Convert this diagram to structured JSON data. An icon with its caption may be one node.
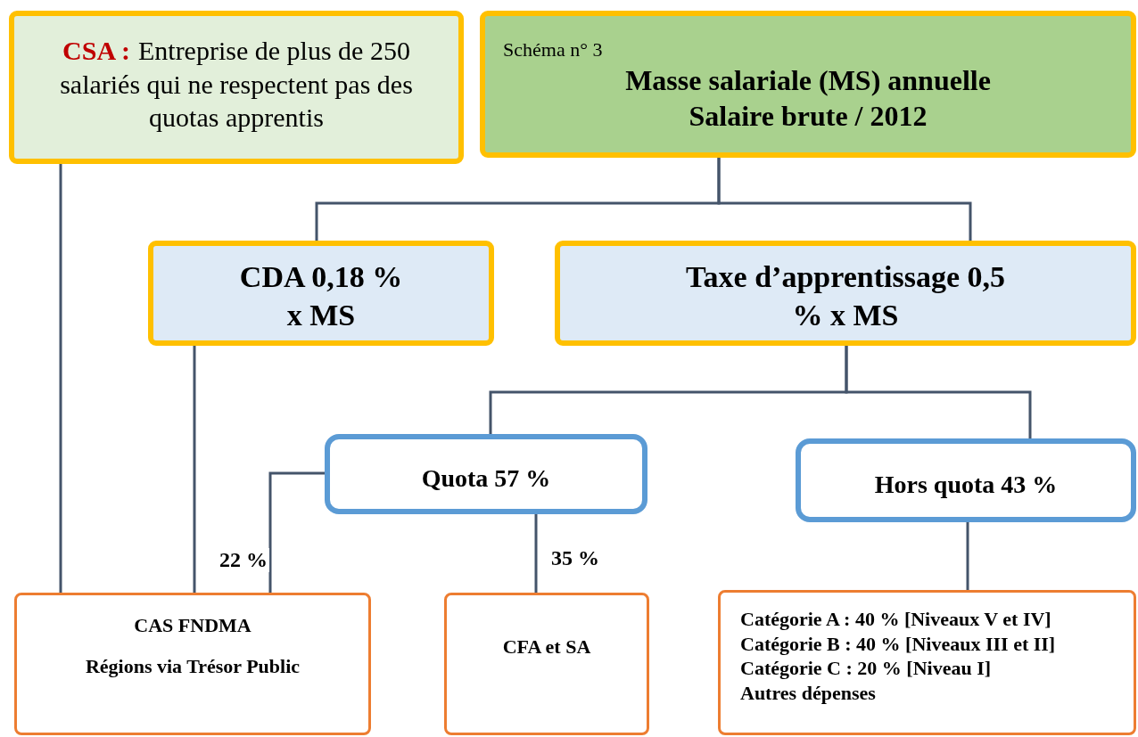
{
  "diagram": {
    "nodes": [
      {
        "text": [
          "CSA :",
          "Entreprise de plus de 250 salariés qui ne respectent pas des quotas apprentis"
        ]
      },
      {
        "text": [
          "Schéma n° 3",
          "Masse salariale (MS) annuelle Salaire brute / 2012"
        ]
      },
      {
        "text": [
          "CDA 0,18 % x MS"
        ]
      },
      {
        "text": [
          "Taxe d’apprentissage 0,5 % x MS"
        ]
      },
      {
        "text": [
          "Quota 57 %"
        ]
      },
      {
        "text": [
          "Hors quota 43 %"
        ]
      },
      {
        "text": [
          "CAS FNDMA",
          "Régions via Trésor Public"
        ]
      },
      {
        "text": [
          "CFA et SA"
        ]
      },
      {
        "text": [
          "Catégorie A : 40 % [Niveaux V et IV]",
          "Catégorie B : 40 % [Niveaux III et II]",
          "Catégorie C : 20 % [Niveau I]",
          "Autres dépenses"
        ]
      }
    ],
    "edges": [
      {
        "from": 0,
        "to": 6,
        "arrow": "none"
      },
      {
        "from": 1,
        "to": 2,
        "arrow": "none"
      },
      {
        "from": 1,
        "to": 3,
        "arrow": "none"
      },
      {
        "from": 2,
        "to": 6,
        "arrow": "none"
      },
      {
        "from": 3,
        "to": 4,
        "arrow": "none"
      },
      {
        "from": 3,
        "to": 5,
        "arrow": "none"
      },
      {
        "from": 4,
        "to": 6,
        "arrow": "none",
        "label": "22 %"
      },
      {
        "from": 4,
        "to": 7,
        "arrow": "none",
        "label": "35 %"
      },
      {
        "from": 5,
        "to": 8,
        "arrow": "none"
      }
    ]
  }
}
